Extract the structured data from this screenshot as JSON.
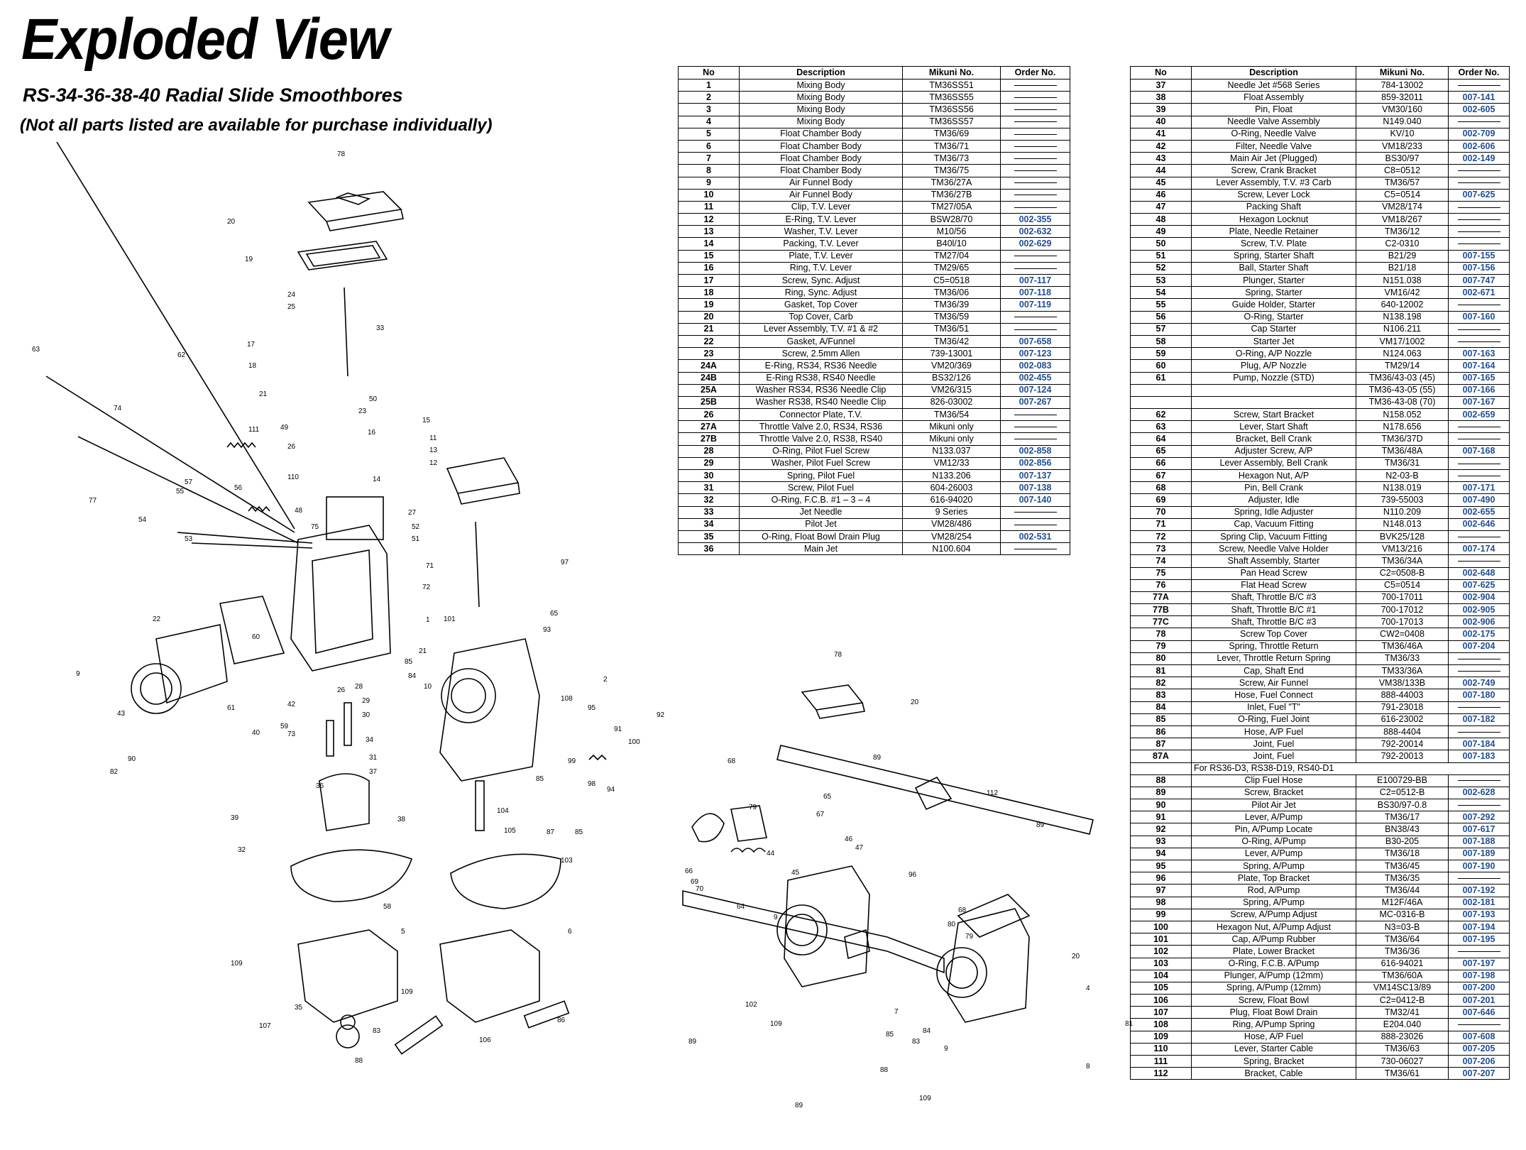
{
  "title": "Exploded View",
  "subtitle": "RS-34-36-38-40  Radial Slide Smoothbores",
  "note": "(Not all parts listed are available for  purchase individually)",
  "headers": [
    "No",
    "Description",
    "Mikuni No.",
    "Order No."
  ],
  "left_table": [
    [
      "1",
      "Mixing Body",
      "TM36SS51",
      ""
    ],
    [
      "2",
      "Mixing Body",
      "TM36SS55",
      ""
    ],
    [
      "3",
      "Mixing Body",
      "TM36SS56",
      ""
    ],
    [
      "4",
      "Mixing Body",
      "TM36SS57",
      ""
    ],
    [
      "5",
      "Float Chamber Body",
      "TM36/69",
      ""
    ],
    [
      "6",
      "Float Chamber Body",
      "TM36/71",
      ""
    ],
    [
      "7",
      "Float Chamber Body",
      "TM36/73",
      ""
    ],
    [
      "8",
      "Float Chamber Body",
      "TM36/75",
      ""
    ],
    [
      "9",
      "Air Funnel Body",
      "TM36/27A",
      ""
    ],
    [
      "10",
      "Air Funnel Body",
      "TM36/27B",
      ""
    ],
    [
      "11",
      "Clip, T.V. Lever",
      "TM27/05A",
      ""
    ],
    [
      "12",
      "E-Ring, T.V. Lever",
      "BSW28/70",
      "002-355"
    ],
    [
      "13",
      "Washer, T.V. Lever",
      "M10/56",
      "002-632"
    ],
    [
      "14",
      "Packing, T.V. Lever",
      "B40l/10",
      "002-629"
    ],
    [
      "15",
      "Plate, T.V. Lever",
      "TM27/04",
      ""
    ],
    [
      "16",
      "Ring, T.V. Lever",
      "TM29/65",
      ""
    ],
    [
      "17",
      "Screw, Sync. Adjust",
      "C5=0518",
      "007-117"
    ],
    [
      "18",
      "Ring, Sync. Adjust",
      "TM36/06",
      "007-118"
    ],
    [
      "19",
      "Gasket, Top Cover",
      "TM36/39",
      "007-119"
    ],
    [
      "20",
      "Top Cover, Carb",
      "TM36/59",
      ""
    ],
    [
      "21",
      "Lever Assembly, T.V. #1 & #2",
      "TM36/51",
      ""
    ],
    [
      "22",
      "Gasket, A/Funnel",
      "TM36/42",
      "007-658"
    ],
    [
      "23",
      "Screw, 2.5mm Allen",
      "739-13001",
      "007-123"
    ],
    [
      "24A",
      "E-Ring, RS34, RS36 Needle",
      "VM20/369",
      "002-083"
    ],
    [
      "24B",
      "E-Ring RS38, RS40 Needle",
      "BS32/126",
      "002-455"
    ],
    [
      "25A",
      "Washer RS34, RS36 Needle Clip",
      "VM26/315",
      "007-124"
    ],
    [
      "25B",
      "Washer RS38, RS40 Needle Clip",
      "826-03002",
      "007-267"
    ],
    [
      "26",
      "Connector Plate, T.V.",
      "TM36/54",
      ""
    ],
    [
      "27A",
      "Throttle Valve 2.0, RS34, RS36",
      "Mikuni only",
      ""
    ],
    [
      "27B",
      "Throttle Valve 2.0, RS38, RS40",
      "Mikuni only",
      ""
    ],
    [
      "28",
      "O-Ring, Pilot Fuel Screw",
      "N133.037",
      "002-858"
    ],
    [
      "29",
      "Washer, Pilot Fuel Screw",
      "VM12/33",
      "002-856"
    ],
    [
      "30",
      "Spring, Pilot Fuel",
      "N133.206",
      "007-137"
    ],
    [
      "31",
      "Screw, Pilot Fuel",
      "604-26003",
      "007-138"
    ],
    [
      "32",
      "O-Ring, F.C.B. #1 – 3 – 4",
      "616-94020",
      "007-140"
    ],
    [
      "33",
      "Jet Needle",
      "9 Series",
      ""
    ],
    [
      "34",
      "Pilot Jet",
      "VM28/486",
      ""
    ],
    [
      "35",
      "O-Ring, Float Bowl Drain Plug",
      "VM28/254",
      "002-531"
    ],
    [
      "36",
      "Main Jet",
      "N100.604",
      ""
    ]
  ],
  "right_table": [
    [
      "37",
      "Needle Jet #568 Series",
      "784-13002",
      ""
    ],
    [
      "38",
      "Float Assembly",
      "859-32011",
      "007-141"
    ],
    [
      "39",
      "Pin, Float",
      "VM30/160",
      "002-605"
    ],
    [
      "40",
      "Needle Valve Assembly",
      "N149.040",
      ""
    ],
    [
      "41",
      "O-Ring, Needle Valve",
      "KV/10",
      "002-709"
    ],
    [
      "42",
      "Filter, Needle Valve",
      "VM18/233",
      "002-606"
    ],
    [
      "43",
      "Main Air Jet (Plugged)",
      "BS30/97",
      "002-149"
    ],
    [
      "44",
      "Screw, Crank Bracket",
      "C8=0512",
      ""
    ],
    [
      "45",
      "Lever Assembly, T.V. #3 Carb",
      "TM36/57",
      ""
    ],
    [
      "46",
      "Screw, Lever Lock",
      "C5=0514",
      "007-625"
    ],
    [
      "47",
      "Packing Shaft",
      "VM28/174",
      ""
    ],
    [
      "48",
      "Hexagon Locknut",
      "VM18/267",
      ""
    ],
    [
      "49",
      "Plate, Needle Retainer",
      "TM36/12",
      ""
    ],
    [
      "50",
      "Screw, T.V. Plate",
      "C2-0310",
      ""
    ],
    [
      "51",
      "Spring, Starter Shaft",
      "B21/29",
      "007-155"
    ],
    [
      "52",
      "Ball, Starter Shaft",
      "B21/18",
      "007-156"
    ],
    [
      "53",
      "Plunger, Starter",
      "N151.038",
      "007-747"
    ],
    [
      "54",
      "Spring, Starter",
      "VM16/42",
      "002-671"
    ],
    [
      "55",
      "Guide Holder, Starter",
      "640-12002",
      ""
    ],
    [
      "56",
      "O-Ring, Starter",
      "N138.198",
      "007-160"
    ],
    [
      "57",
      "Cap Starter",
      "N106.211",
      ""
    ],
    [
      "58",
      "Starter Jet",
      "VM17/1002",
      ""
    ],
    [
      "59",
      "O-Ring, A/P Nozzle",
      "N124.063",
      "007-163"
    ],
    [
      "60",
      "Plug, A/P Nozzle",
      "TM29/14",
      "007-164"
    ],
    [
      "61",
      "Pump, Nozzle (STD)",
      "TM36/43-03 (45)",
      "007-165"
    ],
    [
      "",
      "",
      "TM36-43-05 (55)",
      "007-166"
    ],
    [
      "",
      "",
      "TM36-43-08 (70)",
      "007-167"
    ],
    [
      "62",
      "Screw, Start Bracket",
      "N158.052",
      "002-659"
    ],
    [
      "63",
      "Lever, Start Shaft",
      "N178.656",
      ""
    ],
    [
      "64",
      "Bracket, Bell Crank",
      "TM36/37D",
      ""
    ],
    [
      "65",
      "Adjuster Screw, A/P",
      "TM36/48A",
      "007-168"
    ],
    [
      "66",
      "Lever Assembly, Bell Crank",
      "TM36/31",
      ""
    ],
    [
      "67",
      "Hexagon Nut, A/P",
      "N2-03-B",
      ""
    ],
    [
      "68",
      "Pin, Bell Crank",
      "N138.019",
      "007-171"
    ],
    [
      "69",
      "Adjuster, Idle",
      "739-55003",
      "007-490"
    ],
    [
      "70",
      "Spring, Idle Adjuster",
      "N110.209",
      "002-655"
    ],
    [
      "71",
      "Cap, Vacuum Fitting",
      "N148.013",
      "002-646"
    ],
    [
      "72",
      "Spring Clip, Vacuum Fitting",
      "BVK25/128",
      ""
    ],
    [
      "73",
      "Screw, Needle Valve Holder",
      "VM13/216",
      "007-174"
    ],
    [
      "74",
      "Shaft Assembly, Starter",
      "TM36/34A",
      ""
    ],
    [
      "75",
      "Pan Head Screw",
      "C2=0508-B",
      "002-648"
    ],
    [
      "76",
      "Flat Head Screw",
      "C5=0514",
      "007-625"
    ],
    [
      "77A",
      "Shaft, Throttle B/C #3",
      "700-17011",
      "002-904"
    ],
    [
      "77B",
      "Shaft, Throttle B/C #1",
      "700-17012",
      "002-905"
    ],
    [
      "77C",
      "Shaft, Throttle B/C #3",
      "700-17013",
      "002-906"
    ],
    [
      "78",
      "Screw Top Cover",
      "CW2=0408",
      "002-175"
    ],
    [
      "79",
      "Spring, Throttle Return",
      "TM36/46A",
      "007-204"
    ],
    [
      "80",
      "Lever, Throttle Return Spring",
      "TM36/33",
      ""
    ],
    [
      "81",
      "Cap, Shaft End",
      "TM33/36A",
      ""
    ],
    [
      "82",
      "Screw, Air Funnel",
      "VM38/133B",
      "002-749"
    ],
    [
      "83",
      "Hose, Fuel Connect",
      "888-44003",
      "007-180"
    ],
    [
      "84",
      "Inlet, Fuel \"T\"",
      "791-23018",
      ""
    ],
    [
      "85",
      "O-Ring, Fuel Joint",
      "616-23002",
      "007-182"
    ],
    [
      "86",
      "Hose, A/P Fuel",
      "888-4404",
      ""
    ],
    [
      "87",
      "Joint, Fuel",
      "792-20014",
      "007-184"
    ],
    [
      "87A",
      "Joint, Fuel",
      "792-20013",
      "007-183"
    ],
    [
      "",
      "For RS36-D3, RS38-D19, RS40-D1",
      "",
      ""
    ],
    [
      "88",
      "Clip Fuel Hose",
      "E100729-BB",
      ""
    ],
    [
      "89",
      "Screw, Bracket",
      "C2=0512-B",
      "002-628"
    ],
    [
      "90",
      "Pilot Air Jet",
      "BS30/97-0.8",
      ""
    ],
    [
      "91",
      "Lever, A/Pump",
      "TM36/17",
      "007-292"
    ],
    [
      "92",
      "Pin, A/Pump Locate",
      "BN38/43",
      "007-617"
    ],
    [
      "93",
      "O-Ring, A/Pump",
      "B30-205",
      "007-188"
    ],
    [
      "94",
      "Lever, A/Pump",
      "TM36/18",
      "007-189"
    ],
    [
      "95",
      "Spring, A/Pump",
      "TM36/45",
      "007-190"
    ],
    [
      "96",
      "Plate, Top Bracket",
      "TM36/35",
      ""
    ],
    [
      "97",
      "Rod, A/Pump",
      "TM36/44",
      "007-192"
    ],
    [
      "98",
      "Spring, A/Pump",
      "M12F/46A",
      "002-181"
    ],
    [
      "99",
      "Screw, A/Pump Adjust",
      "MC-0316-B",
      "007-193"
    ],
    [
      "100",
      "Hexagon Nut, A/Pump Adjust",
      "N3=03-B",
      "007-194"
    ],
    [
      "101",
      "Cap, A/Pump Rubber",
      "TM36/64",
      "007-195"
    ],
    [
      "102",
      "Plate, Lower Bracket",
      "TM36/36",
      ""
    ],
    [
      "103",
      "O-Ring, F.C.B. A/Pump",
      "616-94021",
      "007-197"
    ],
    [
      "104",
      "Plunger, A/Pump (12mm)",
      "TM36/60A",
      "007-198"
    ],
    [
      "105",
      "Spring, A/Pump (12mm)",
      "VM14SC13/89",
      "007-200"
    ],
    [
      "106",
      "Screw, Float Bowl",
      "C2=0412-B",
      "007-201"
    ],
    [
      "107",
      "Plug, Float Bowl Drain",
      "TM32/41",
      "007-646"
    ],
    [
      "108",
      "Ring, A/Pump Spring",
      "E204.040",
      ""
    ],
    [
      "109",
      "Hose, A/P Fuel",
      "888-23026",
      "007-608"
    ],
    [
      "110",
      "Lever, Starter Cable",
      "TM36/63",
      "007-205"
    ],
    [
      "111",
      "Spring, Bracket",
      "730-06027",
      "007-206"
    ],
    [
      "112",
      "Bracket, Cable",
      "TM36/61",
      "007-207"
    ]
  ],
  "diagram_main_labels": [
    "78",
    "20",
    "19",
    "24",
    "25",
    "33",
    "17",
    "18",
    "21",
    "50",
    "23",
    "49",
    "26",
    "16",
    "15",
    "11",
    "13",
    "12",
    "14",
    "27",
    "48",
    "63",
    "62",
    "74",
    "111",
    "110",
    "77",
    "57",
    "55",
    "56",
    "54",
    "53",
    "75",
    "52",
    "51",
    "71",
    "72",
    "1",
    "97",
    "65",
    "93",
    "101",
    "22",
    "60",
    "9",
    "61",
    "42",
    "59",
    "40",
    "73",
    "43",
    "90",
    "82",
    "28",
    "26",
    "29",
    "30",
    "34",
    "31",
    "37",
    "36",
    "84",
    "85",
    "10",
    "21",
    "2",
    "108",
    "95",
    "91",
    "100",
    "92",
    "99",
    "98",
    "85",
    "94",
    "85",
    "87",
    "104",
    "105",
    "39",
    "38",
    "32",
    "103",
    "58",
    "5",
    "6",
    "109",
    "35",
    "107",
    "83",
    "88",
    "106",
    "86"
  ],
  "diagram_assembly_labels": [
    "78",
    "20",
    "89",
    "68",
    "79",
    "65",
    "67",
    "44",
    "46",
    "47",
    "112",
    "89",
    "66",
    "69",
    "70",
    "64",
    "45",
    "9",
    "96",
    "68",
    "80",
    "79",
    "20",
    "4",
    "81",
    "102",
    "109",
    "7",
    "84",
    "85",
    "83",
    "88",
    "9",
    "89",
    "109",
    "8",
    "89"
  ]
}
